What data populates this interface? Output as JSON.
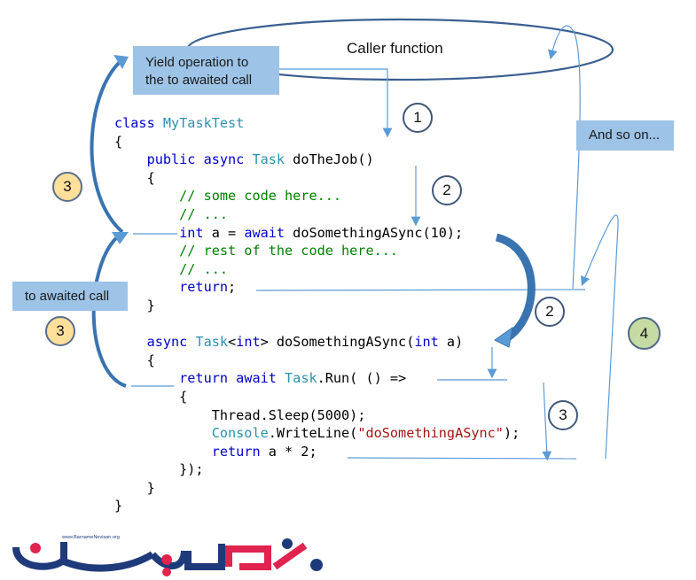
{
  "diagram": {
    "caller_label": "Caller function",
    "boxes": {
      "yield": [
        "Yield operation to",
        "the to awaited call"
      ],
      "awaited": "to awaited call",
      "and_so_on": "And so on..."
    },
    "step_markers": [
      {
        "id": "step-1",
        "label": "1",
        "style": "plain"
      },
      {
        "id": "step-2-top",
        "label": "2",
        "style": "plain"
      },
      {
        "id": "step-2-right",
        "label": "2",
        "style": "plain"
      },
      {
        "id": "step-3-inner",
        "label": "3",
        "style": "plain"
      },
      {
        "id": "step-3-left-top",
        "label": "3",
        "style": "yellow"
      },
      {
        "id": "step-3-left-bottom",
        "label": "3",
        "style": "yellow"
      },
      {
        "id": "step-4",
        "label": "4",
        "style": "green"
      }
    ],
    "colors": {
      "arrow": "#5b9bd5",
      "thick_arrow": "#3a74b0",
      "box_fill": "#9dc3e6",
      "ellipse_stroke": "#3a5f91",
      "keyword": "#0000c8",
      "type": "#2b91af",
      "comment": "#008000",
      "string": "#a31515"
    }
  },
  "code": {
    "lines": [
      [
        {
          "t": "class ",
          "c": "kw"
        },
        {
          "t": "MyTaskTest",
          "c": "ty"
        }
      ],
      [
        {
          "t": "{",
          "c": ""
        }
      ],
      [
        {
          "t": "    public async ",
          "c": "kw"
        },
        {
          "t": "Task",
          "c": "ty"
        },
        {
          "t": " doTheJob()",
          "c": ""
        }
      ],
      [
        {
          "t": "    {",
          "c": ""
        }
      ],
      [
        {
          "t": "        // some code here...",
          "c": "cm"
        }
      ],
      [
        {
          "t": "        // ...",
          "c": "cm"
        }
      ],
      [
        {
          "t": "        int",
          "c": "kw"
        },
        {
          "t": " a = ",
          "c": ""
        },
        {
          "t": "await",
          "c": "kw"
        },
        {
          "t": " doSomethingASync(10);",
          "c": ""
        }
      ],
      [
        {
          "t": "        // rest of the code here...",
          "c": "cm"
        }
      ],
      [
        {
          "t": "        // ...",
          "c": "cm"
        }
      ],
      [
        {
          "t": "        return",
          "c": "kw"
        },
        {
          "t": ";",
          "c": ""
        }
      ],
      [
        {
          "t": "    }",
          "c": ""
        }
      ],
      [
        {
          "t": "",
          "c": ""
        }
      ],
      [
        {
          "t": "    async ",
          "c": "kw"
        },
        {
          "t": "Task",
          "c": "ty"
        },
        {
          "t": "<",
          "c": ""
        },
        {
          "t": "int",
          "c": "kw"
        },
        {
          "t": "> doSomethingASync(",
          "c": ""
        },
        {
          "t": "int",
          "c": "kw"
        },
        {
          "t": " a)",
          "c": ""
        }
      ],
      [
        {
          "t": "    {",
          "c": ""
        }
      ],
      [
        {
          "t": "        return await ",
          "c": "kw"
        },
        {
          "t": "Task",
          "c": "ty"
        },
        {
          "t": ".Run( () =>",
          "c": ""
        }
      ],
      [
        {
          "t": "        {",
          "c": ""
        }
      ],
      [
        {
          "t": "            Thread.Sleep(5000);",
          "c": ""
        }
      ],
      [
        {
          "t": "            ",
          "c": ""
        },
        {
          "t": "Console",
          "c": "ty"
        },
        {
          "t": ".WriteLine(",
          "c": ""
        },
        {
          "t": "\"doSomethingASync\"",
          "c": "st"
        },
        {
          "t": ");",
          "c": ""
        }
      ],
      [
        {
          "t": "            return",
          "c": "kw"
        },
        {
          "t": " a * 2;",
          "c": ""
        }
      ],
      [
        {
          "t": "        });",
          "c": ""
        }
      ],
      [
        {
          "t": "    }",
          "c": ""
        }
      ],
      [
        {
          "t": "}",
          "c": ""
        }
      ]
    ]
  },
  "logo": {
    "url_text": "www.BarnameNevisan.org",
    "icon": "barnamenevisan-logo"
  }
}
